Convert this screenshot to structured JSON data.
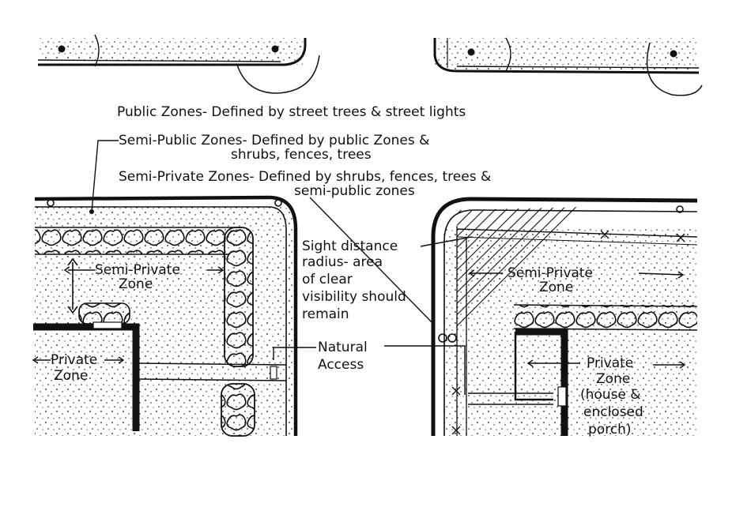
{
  "labels": {
    "public_zones": "Public Zones- Defined by street trees & street lights",
    "semi_public_zones": "Semi-Public Zones- Defined by public Zones &",
    "semi_public_zones_2": "shrubs, fences, trees",
    "semi_private_zones": "Semi-Private Zones- Defined by shrubs, fences, trees &",
    "semi_private_zones_2": "semi-public zones",
    "semi_private_zone_left_1": "Semi-Private",
    "semi_private_zone_left_2": "Zone",
    "private_zone_left_1": "Private",
    "private_zone_left_2": "Zone",
    "sight_distance_1": "Sight distance",
    "sight_distance_2": "radius- area",
    "sight_distance_3": "of clear",
    "sight_distance_4": "visibility should",
    "sight_distance_5": "remain",
    "natural_access_1": "Natural",
    "natural_access_2": "Access",
    "semi_private_zone_right_1": "Semi-Private",
    "semi_private_zone_right_2": "Zone",
    "private_zone_right_1": "Private",
    "private_zone_right_2": "Zone",
    "private_zone_right_3": "(house &",
    "private_zone_right_4": "enclosed",
    "private_zone_right_5": "porch)"
  },
  "colors": {
    "ink": "#111111",
    "paper": "#ffffff"
  }
}
